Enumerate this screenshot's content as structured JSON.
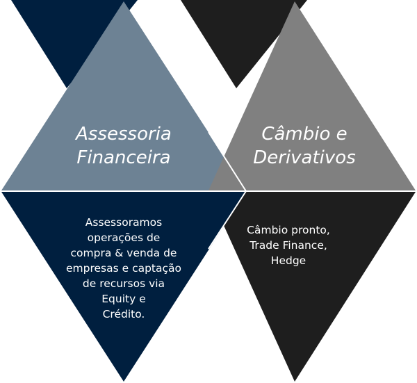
{
  "colors": {
    "navy": "#001F3F",
    "slate": "#6D8294",
    "dark": "#1E1E1E",
    "gray": "#808080",
    "text": "#FFFFFF"
  },
  "left": {
    "title_lines": [
      "Assessoria",
      "Financeira"
    ],
    "body_lines": [
      "Assessoramos",
      "operações de",
      "compra & venda de",
      "empresas e captação",
      "de recursos via",
      "Equity e",
      "Crédito."
    ]
  },
  "right": {
    "title_lines": [
      "Câmbio e",
      "Derivativos"
    ],
    "body_lines": [
      "Câmbio pronto,",
      "Trade Finance,",
      "Hedge"
    ]
  }
}
